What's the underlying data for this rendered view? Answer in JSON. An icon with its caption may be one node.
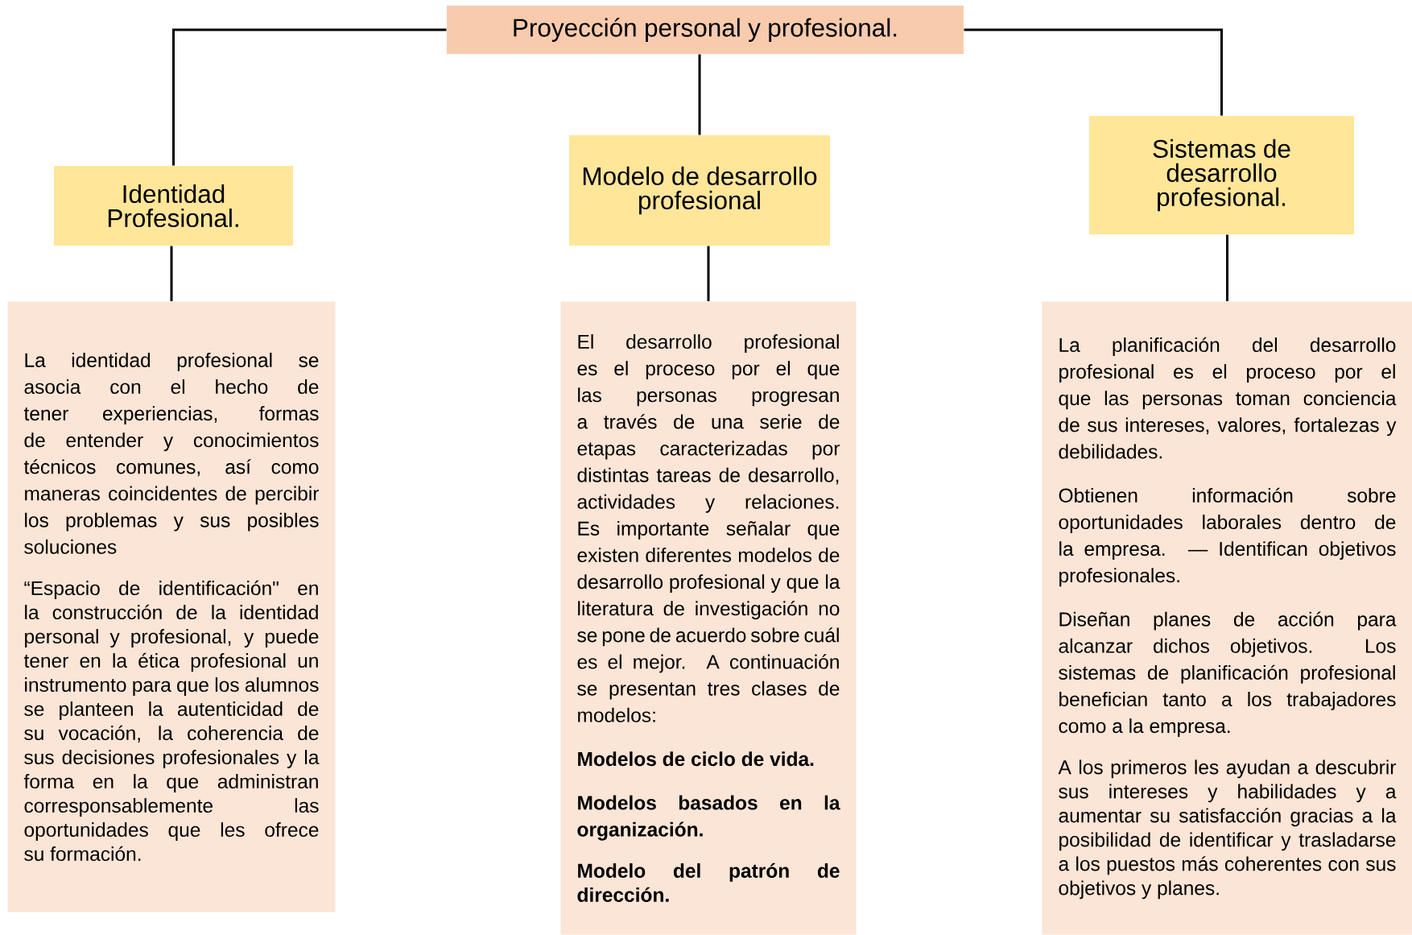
{
  "diagram": {
    "nodes": [
      {
        "text": [
          "Proyección personal y profesional."
        ]
      },
      {
        "text": [
          "Identidad Profesional."
        ]
      },
      {
        "text": [
          "Modelo de desarrollo profesional"
        ]
      },
      {
        "text": [
          "Sistemas de desarrollo profesional."
        ]
      },
      {
        "text": [
          "La identidad profesional se asocia con el hecho de tener experiencias, formas de entender y conocimientos técnicos comunes, así como maneras coincidentes de percibir los problemas y sus posibles soluciones",
          "“Espacio de identificación\" en la construcción de la identidad personal y profesional, y puede tener en la ética profesional un instrumento para que los alumnos se planteen la autenticidad de su vocación, la coherencia de sus decisiones profesionales y la forma en la que administran corresponsablemente las oportunidades que les ofrece su formación."
        ]
      },
      {
        "text": [
          "El desarrollo profesional es el proceso por el que las personas progresan a través de una serie de etapas caracterizadas por distintas tareas de desarrollo, actividades y relaciones. Es importante señalar que existen diferentes modelos de desarrollo profesional y que la literatura de investigación no se pone de acuerdo sobre cuál es el mejor. A continuación se presentan tres clases de modelos:",
          "**Modelos de ciclo de vida.**",
          "**Modelos basados en la organización.**",
          "**Modelo del patrón de dirección.**"
        ]
      },
      {
        "text": [
          "La planificación del desarrollo profesional es el proceso por el que las personas toman conciencia de sus intereses, valores, fortalezas y debilidades.",
          "Obtienen información sobre oportunidades laborales dentro de la empresa. — Identifican objetivos profesionales.",
          "Diseñan planes de acción para alcanzar dichos objetivos. Los sistemas de planificación profesional benefician tanto a los trabajadores como a la empresa.",
          "A los primeros les ayudan a descubrir sus intereses y habilidades y a aumentar su satisfacción gracias a la posibilidad de identificar y trasladarse a los puestos más coherentes con sus objetivos y planes."
        ]
      }
    ],
    "edges": [
      {
        "from": 0,
        "to": 1,
        "arrow": "none"
      },
      {
        "from": 0,
        "to": 2,
        "arrow": "none"
      },
      {
        "from": 0,
        "to": 3,
        "arrow": "none"
      },
      {
        "from": 1,
        "to": 4,
        "arrow": "none"
      },
      {
        "from": 2,
        "to": 5,
        "arrow": "none"
      },
      {
        "from": 3,
        "to": 6,
        "arrow": "none"
      }
    ]
  }
}
